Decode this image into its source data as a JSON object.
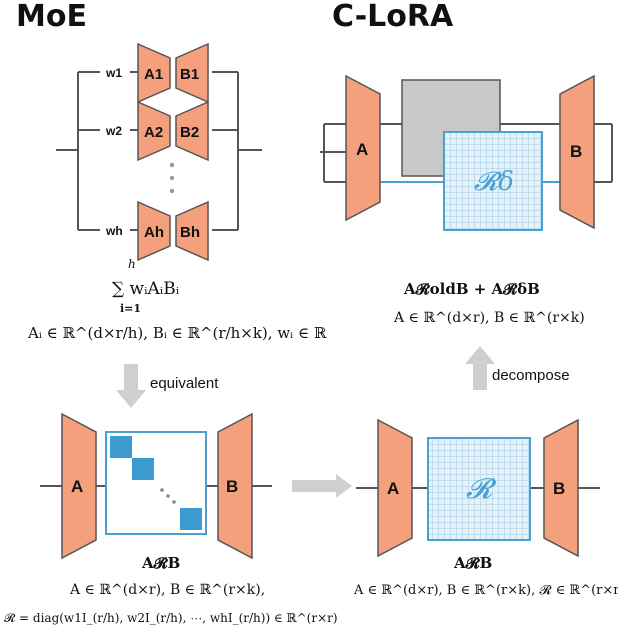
{
  "titles": {
    "moe": "MoE",
    "clora": "C-LoRA"
  },
  "moe": {
    "experts": [
      {
        "weight": "w1",
        "a": "A1",
        "b": "B1"
      },
      {
        "weight": "w2",
        "a": "A2",
        "b": "B2"
      },
      {
        "weight": "wh",
        "a": "Ah",
        "b": "Bh"
      }
    ],
    "ellipsis": "⋮",
    "formula_sum": "∑ wᵢAᵢBᵢ",
    "sum_top": "h",
    "sum_bottom": "i=1",
    "formula_dims": "Aᵢ ∈ ℝ^(d×r/h), Bᵢ ∈ ℝ^(r/h×k), wᵢ ∈ ℝ"
  },
  "arrows": {
    "equivalent": "equivalent",
    "decompose": "decompose"
  },
  "clora_top": {
    "a_label": "A",
    "b_label": "B",
    "r_delta": "𝓡δ",
    "formula_main": "A𝓡oldB + A𝓡δB",
    "formula_dims": "A ∈ ℝ^(d×r), B ∈ ℝ^(r×k)"
  },
  "bottom_left": {
    "a_label": "A",
    "b_label": "B",
    "formula_main": "A𝓡B",
    "formula_dims": "A ∈ ℝ^(d×r), B ∈ ℝ^(r×k),",
    "formula_diag": "𝓡 = diag(w1I_(r/h), w2I_(r/h), ⋯, whI_(r/h)) ∈ ℝ^(r×r)"
  },
  "bottom_right": {
    "a_label": "A",
    "b_label": "B",
    "r_label": "𝓡",
    "formula_main": "A𝓡B",
    "formula_dims": "A ∈ ℝ^(d×r), B ∈ ℝ^(r×k), 𝓡 ∈ ℝ^(r×r)"
  },
  "colors": {
    "orange": "#f4a07c",
    "blue": "#4aa0d0",
    "gray": "#c8c8c8",
    "grid_bg": "#e6f1f8"
  }
}
